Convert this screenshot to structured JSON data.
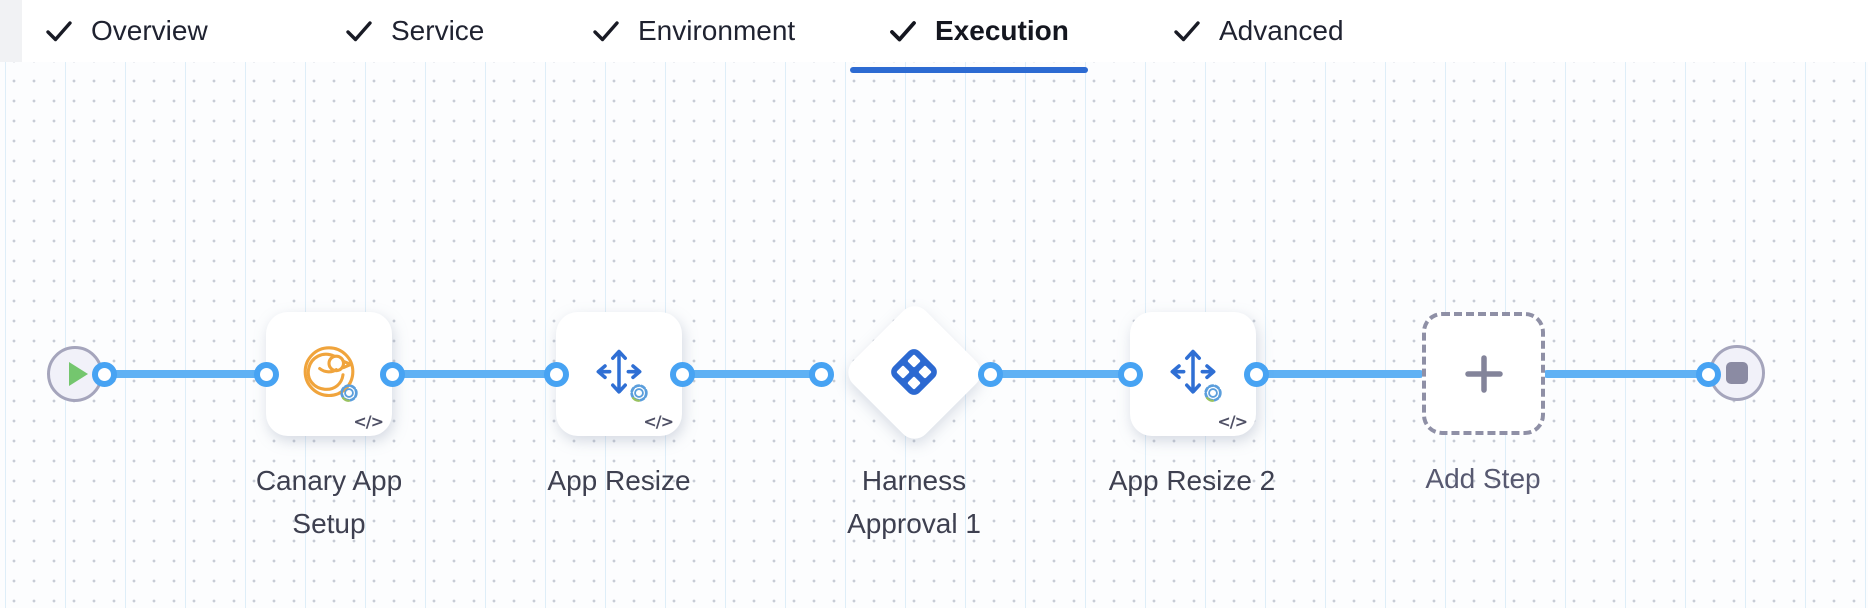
{
  "header": {
    "tabs": [
      {
        "label": "Overview",
        "checked": true,
        "active": false
      },
      {
        "label": "Service",
        "checked": true,
        "active": false
      },
      {
        "label": "Environment",
        "checked": true,
        "active": false
      },
      {
        "label": "Execution",
        "checked": true,
        "active": true
      },
      {
        "label": "Advanced",
        "checked": true,
        "active": false
      }
    ]
  },
  "pipeline": {
    "start": {
      "icon": "play-icon"
    },
    "end": {
      "icon": "stop-icon"
    },
    "steps": [
      {
        "name": "Canary App Setup",
        "icon": "canary-bird-icon",
        "shape": "card",
        "template_glyph": "</>"
      },
      {
        "name": "App Resize",
        "icon": "resize-arrows-icon",
        "shape": "card",
        "template_glyph": "</>"
      },
      {
        "name": "Harness Approval 1",
        "icon": "harness-approval-icon",
        "shape": "diamond"
      },
      {
        "name": "App Resize 2",
        "icon": "resize-arrows-icon",
        "shape": "card",
        "template_glyph": "</>"
      }
    ],
    "add_step": {
      "label": "Add Step",
      "icon": "plus-icon"
    }
  },
  "colors": {
    "active_tab_underline": "#2d6bd2",
    "connector_line": "#5fb1f4",
    "port_ring": "#47a3f3",
    "canary_orange": "#f0a43c",
    "arrows_blue": "#2f6fd4",
    "approval_blue": "#2c69d1",
    "play_green": "#74c66e",
    "stop_gray": "#8b8ba3",
    "node_label_text": "#3e4050",
    "tab_text": "#1f2230"
  }
}
